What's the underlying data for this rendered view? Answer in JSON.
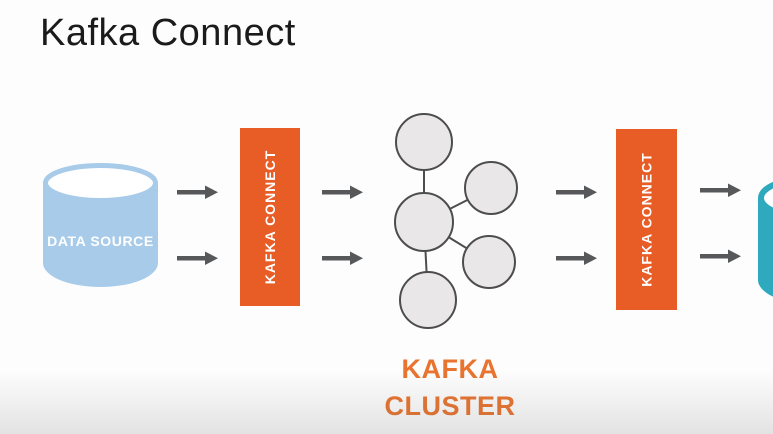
{
  "title": "Kafka Connect",
  "colors": {
    "orange_box": "#e85c25",
    "orange_text": "#e8742f",
    "source_blue": "#a7cbe9",
    "sink_teal": "#2fa9bd",
    "arrow_gray": "#57585a",
    "cluster_node_fill": "#e9e7e8",
    "cluster_node_stroke": "#4d4d4f",
    "title_color": "#1b1b1b",
    "background": "#fdfdfd"
  },
  "diagram": {
    "flow_direction": "left-to-right",
    "source": {
      "label": "DATA SOURCE",
      "shape": "cylinder"
    },
    "connect_left": {
      "label": "KAFKA CONNECT",
      "shape": "vertical-box"
    },
    "cluster": {
      "label_line1": "KAFKA",
      "label_line2": "CLUSTER",
      "node_count": 5
    },
    "connect_right": {
      "label": "KAFKA CONNECT",
      "shape": "vertical-box"
    },
    "sink": {
      "shape": "cylinder-partial-offscreen"
    },
    "arrow_pairs": 4
  }
}
